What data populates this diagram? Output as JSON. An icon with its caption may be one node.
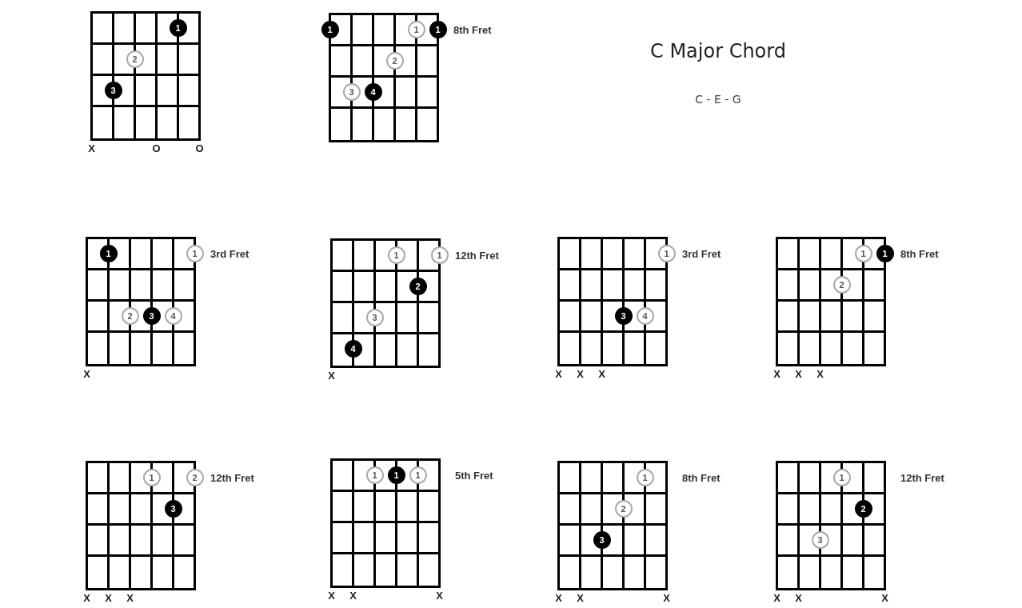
{
  "diagram": {
    "title": "C Major Chord",
    "nodes": [
      {
        "text": [],
        "shape": "box"
      },
      {
        "text": [
          "1"
        ],
        "in": 0
      },
      {
        "text": [
          "2"
        ],
        "in": 0
      },
      {
        "text": [
          "3"
        ],
        "in": 0
      },
      {
        "text": [],
        "shape": "box"
      },
      {
        "text": [
          "1"
        ],
        "in": 4
      },
      {
        "text": [
          "1"
        ],
        "in": 4
      },
      {
        "text": [
          "1"
        ],
        "in": 4
      },
      {
        "text": [
          "2"
        ],
        "in": 4
      },
      {
        "text": [
          "3"
        ],
        "in": 4
      },
      {
        "text": [
          "4"
        ],
        "in": 4
      },
      {
        "text": [],
        "shape": "box"
      },
      {
        "text": [
          "1"
        ],
        "in": 11
      },
      {
        "text": [
          "1"
        ],
        "in": 11
      },
      {
        "text": [
          "2"
        ],
        "in": 11
      },
      {
        "text": [
          "3"
        ],
        "in": 11
      },
      {
        "text": [
          "4"
        ],
        "in": 11
      },
      {
        "text": [],
        "shape": "box"
      },
      {
        "text": [
          "1"
        ],
        "in": 17
      },
      {
        "text": [
          "1"
        ],
        "in": 17
      },
      {
        "text": [
          "2"
        ],
        "in": 17
      },
      {
        "text": [
          "3"
        ],
        "in": 17
      },
      {
        "text": [
          "4"
        ],
        "in": 17
      },
      {
        "text": [],
        "shape": "box"
      },
      {
        "text": [
          "1"
        ],
        "in": 23
      },
      {
        "text": [
          "3"
        ],
        "in": 23
      },
      {
        "text": [
          "4"
        ],
        "in": 23
      },
      {
        "text": [],
        "shape": "box"
      },
      {
        "text": [
          "1"
        ],
        "in": 27
      },
      {
        "text": [
          "1"
        ],
        "in": 27
      },
      {
        "text": [
          "2"
        ],
        "in": 27
      },
      {
        "text": [],
        "shape": "box"
      },
      {
        "text": [
          "1"
        ],
        "in": 31
      },
      {
        "text": [
          "2"
        ],
        "in": 31
      },
      {
        "text": [
          "3"
        ],
        "in": 31
      },
      {
        "text": [],
        "shape": "box"
      },
      {
        "text": [
          "1"
        ],
        "in": 35
      },
      {
        "text": [
          "1"
        ],
        "in": 35
      },
      {
        "text": [
          "1"
        ],
        "in": 35
      },
      {
        "text": [],
        "shape": "box"
      },
      {
        "text": [
          "1"
        ],
        "in": 39
      },
      {
        "text": [
          "2"
        ],
        "in": 39
      },
      {
        "text": [
          "3"
        ],
        "in": 39
      },
      {
        "text": [],
        "shape": "box"
      },
      {
        "text": [
          "1"
        ],
        "in": 43
      },
      {
        "text": [
          "2"
        ],
        "in": 43
      },
      {
        "text": [
          "3"
        ],
        "in": 43
      }
    ],
    "labels": [
      "8th Fret",
      "C - E - G",
      "X",
      "O",
      "O",
      "3rd Fret",
      "12th Fret",
      "3rd Fret",
      "8th Fret",
      "X",
      "X",
      "X",
      "X",
      "X",
      "X",
      "X",
      "X",
      "12th Fret",
      "5th Fret",
      "8th Fret",
      "12th Fret",
      "X",
      "X",
      "X",
      "X",
      "X",
      "X",
      "X",
      "X",
      "X",
      "X",
      "X",
      "X"
    ]
  }
}
